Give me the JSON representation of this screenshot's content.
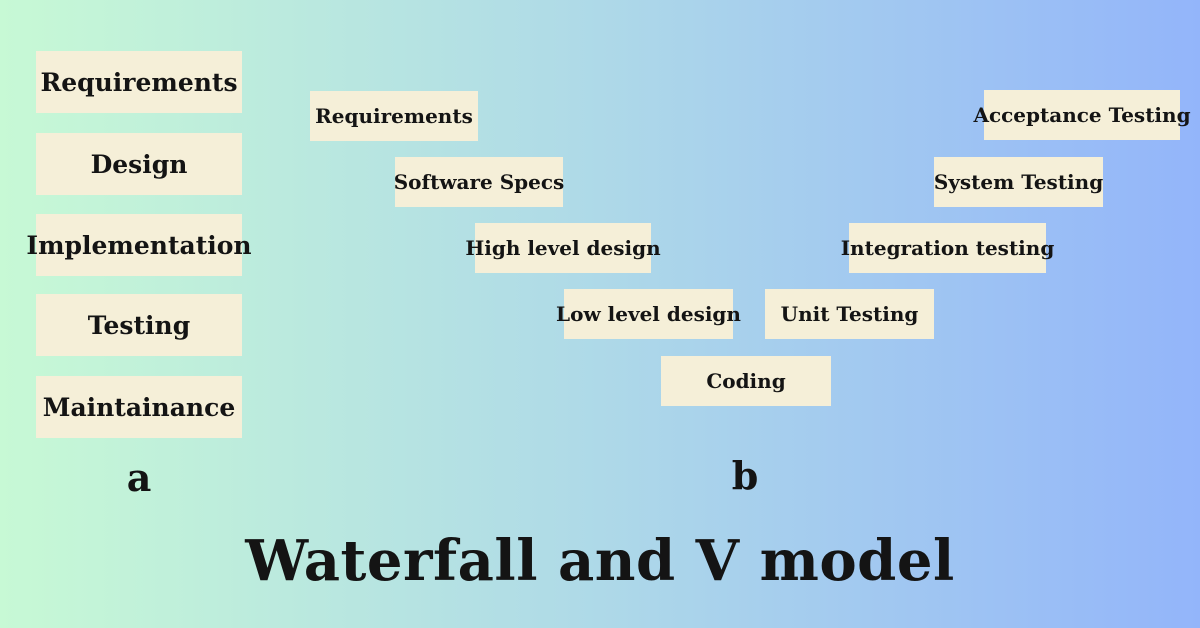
{
  "title": "Waterfall and V model",
  "colors": {
    "background_left": "#c7f9d5",
    "background_right": "#93b5fa",
    "box_fill": "#f5efd8",
    "text": "#141414"
  },
  "waterfall": {
    "label": "a",
    "steps": [
      "Requirements",
      "Design",
      "Implementation",
      "Testing",
      "Maintainance"
    ]
  },
  "v_model": {
    "label": "b",
    "left_branch": [
      "Requirements",
      "Software Specs",
      "High level design",
      "Low level design"
    ],
    "bottom": "Coding",
    "right_branch": [
      "Unit Testing",
      "Integration testing",
      "System Testing",
      "Acceptance Testing"
    ]
  }
}
